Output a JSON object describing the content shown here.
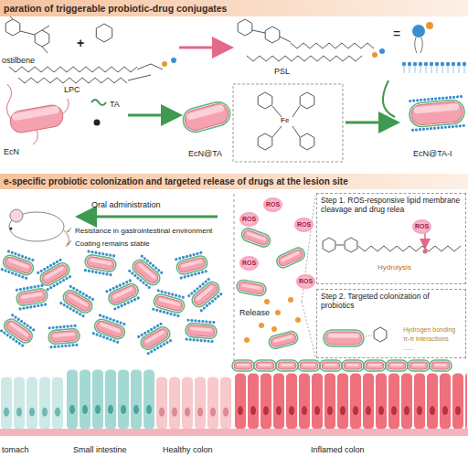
{
  "diagram": {
    "nodes": [
      {
        "text": [
          "paration of triggerable probiotic-drug conjugates"
        ]
      },
      {
        "text": [
          "e-specific probiotic colonization and targeted release of drugs at the lesion site"
        ]
      },
      {
        "text": [
          "Step 1. ROS-responsive lipid membrane cleavage and drug relea",
          "ROS",
          "Hydrolysis"
        ]
      },
      {
        "text": [
          "Step 2. Targeted colonization of probiotics",
          "Hydrogen bonding",
          "π-π interactions",
          "......"
        ]
      }
    ],
    "labels": [
      "ostilbene",
      "+",
      "LPC",
      "PSL",
      "=",
      "EcN",
      "TA",
      "EcN@TA",
      "EcN@TA-I",
      "Oral administration",
      "✓",
      "Resistance in gastrointestinal environment",
      "✓",
      "Coating remains stable",
      "ROS",
      "ROS",
      "ROS",
      "ROS",
      "ROS",
      "Release",
      "tomach",
      "Small intestine",
      "Healthy colon",
      "Inflamed colon",
      "Fe"
    ]
  }
}
